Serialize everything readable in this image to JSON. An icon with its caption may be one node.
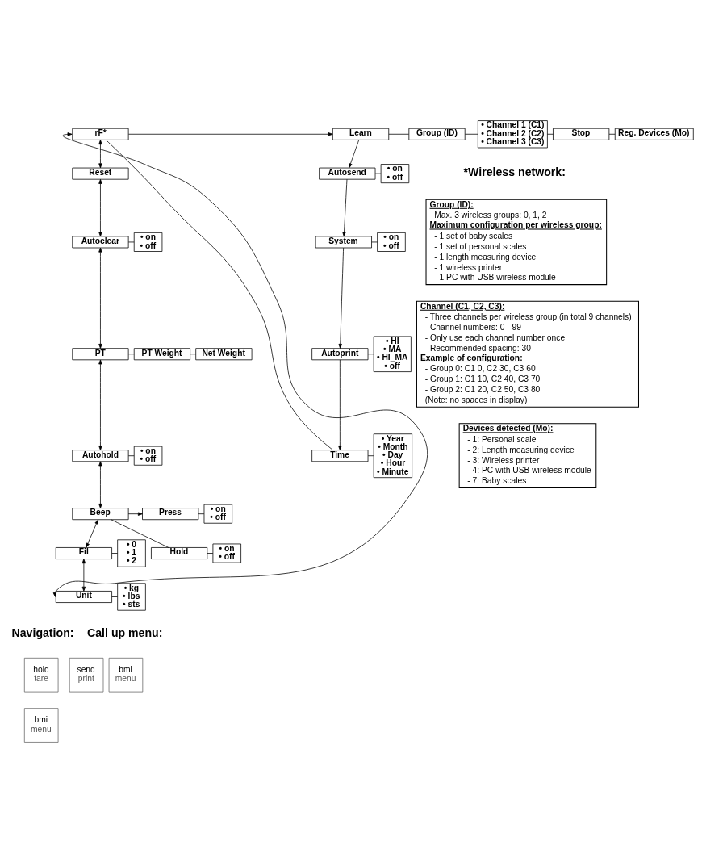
{
  "diagram": {
    "nodes": [
      {
        "text": [
          "rF*"
        ]
      },
      {
        "text": [
          "Learn"
        ]
      },
      {
        "text": [
          "Group (ID)"
        ]
      },
      {
        "text": [
          "• Channel 1 (C1)",
          "• Channel 2 (C2)",
          "• Channel 3 (C3)"
        ]
      },
      {
        "text": [
          "Stop"
        ]
      },
      {
        "text": [
          "Reg. Devices (Mo)"
        ]
      },
      {
        "text": [
          "Autosend"
        ]
      },
      {
        "text": [
          "• on",
          "• off"
        ]
      },
      {
        "text": [
          "System"
        ]
      },
      {
        "text": [
          "• on",
          "• off"
        ]
      },
      {
        "text": [
          "Autoprint"
        ]
      },
      {
        "text": [
          "• HI",
          "• MA",
          "• HI_MA",
          "• off"
        ]
      },
      {
        "text": [
          "Time"
        ]
      },
      {
        "text": [
          "• Year",
          "• Month",
          "• Day",
          "• Hour",
          "• Minute"
        ]
      },
      {
        "text": [
          "Reset"
        ]
      },
      {
        "text": [
          "Autoclear"
        ]
      },
      {
        "text": [
          "• on",
          "• off"
        ]
      },
      {
        "text": [
          "PT"
        ]
      },
      {
        "text": [
          "PT Weight"
        ]
      },
      {
        "text": [
          "Net Weight"
        ]
      },
      {
        "text": [
          "Autohold"
        ]
      },
      {
        "text": [
          "• on",
          "• off"
        ]
      },
      {
        "text": [
          "Beep"
        ]
      },
      {
        "text": [
          "Press"
        ]
      },
      {
        "text": [
          "• on",
          "• off"
        ]
      },
      {
        "text": [
          "Hold"
        ]
      },
      {
        "text": [
          "• on",
          "• off"
        ]
      },
      {
        "text": [
          "Fil"
        ]
      },
      {
        "text": [
          "• 0",
          "• 1",
          "• 2"
        ]
      },
      {
        "text": [
          "Unit"
        ]
      },
      {
        "text": [
          "• kg",
          "• lbs",
          "• sts"
        ]
      },
      {
        "text": [
          "Group (ID):",
          "Max. 3 wireless groups: 0, 1, 2",
          "Maximum configuration per wireless group:",
          "- 1 set of baby scales",
          "- 1 set of personal scales",
          "- 1 length measuring device",
          "- 1 wireless printer",
          "- 1 PC with USB wireless module"
        ]
      },
      {
        "text": [
          "Channel (C1, C2, C3):",
          "- Three channels per wireless group (in total 9 channels)",
          "- Channel numbers: 0 - 99",
          "- Only use each channel number once",
          "- Recommended spacing: 30",
          "Example of configuration:",
          "- Group 0: C1 0, C2 30, C3 60",
          "- Group 1: C1 10, C2 40, C3 70",
          "- Group 2: C1 20, C2 50, C3 80",
          "(Note: no spaces in display)"
        ]
      },
      {
        "text": [
          "Devices detected (Mo):",
          "- 1: Personal scale",
          "- 2: Length measuring device",
          "- 3: Wireless printer",
          "- 4: PC with USB wireless module",
          "- 7: Baby scales"
        ]
      },
      {
        "text": [
          "bmi",
          "menu"
        ]
      },
      {
        "text": [
          "hold",
          "tare"
        ]
      },
      {
        "text": [
          "bmi",
          "menu"
        ]
      },
      {
        "text": [
          "send",
          "print"
        ]
      }
    ],
    "edges": [
      {
        "from": 0,
        "to": 1,
        "arrow": "to"
      },
      {
        "from": 0,
        "to": 12,
        "arrow": "none"
      },
      {
        "from": 1,
        "to": 2,
        "arrow": "none"
      },
      {
        "from": 2,
        "to": 3,
        "arrow": "none"
      },
      {
        "from": 3,
        "to": 4,
        "arrow": "none"
      },
      {
        "from": 4,
        "to": 5,
        "arrow": "none"
      },
      {
        "from": 1,
        "to": 6,
        "arrow": "to"
      },
      {
        "from": 6,
        "to": 8,
        "arrow": "to"
      },
      {
        "from": 8,
        "to": 10,
        "arrow": "to"
      },
      {
        "from": 10,
        "to": 12,
        "arrow": "to"
      },
      {
        "from": 6,
        "to": 7,
        "arrow": "none"
      },
      {
        "from": 8,
        "to": 9,
        "arrow": "none"
      },
      {
        "from": 10,
        "to": 11,
        "arrow": "none"
      },
      {
        "from": 12,
        "to": 13,
        "arrow": "none"
      },
      {
        "from": 0,
        "to": 14,
        "arrow": "both"
      },
      {
        "from": 14,
        "to": 15,
        "arrow": "both"
      },
      {
        "from": 15,
        "to": 16,
        "arrow": "none"
      },
      {
        "from": 15,
        "to": 17,
        "arrow": "both"
      },
      {
        "from": 17,
        "to": 18,
        "arrow": "none"
      },
      {
        "from": 18,
        "to": 19,
        "arrow": "none"
      },
      {
        "from": 17,
        "to": 20,
        "arrow": "both"
      },
      {
        "from": 20,
        "to": 21,
        "arrow": "none"
      },
      {
        "from": 20,
        "to": 22,
        "arrow": "both"
      },
      {
        "from": 22,
        "to": 23,
        "arrow": "to"
      },
      {
        "from": 22,
        "to": 25,
        "arrow": "none"
      },
      {
        "from": 23,
        "to": 24,
        "arrow": "none"
      },
      {
        "from": 25,
        "to": 26,
        "arrow": "none"
      },
      {
        "from": 22,
        "to": 27,
        "arrow": "both"
      },
      {
        "from": 27,
        "to": 28,
        "arrow": "none"
      },
      {
        "from": 27,
        "to": 29,
        "arrow": "both"
      },
      {
        "from": 29,
        "to": 30,
        "arrow": "none"
      },
      {
        "from": 29,
        "to": 0,
        "arrow": "both"
      }
    ],
    "labels": [
      "*Wireless network:",
      "Navigation:",
      "Call up menu:"
    ]
  }
}
